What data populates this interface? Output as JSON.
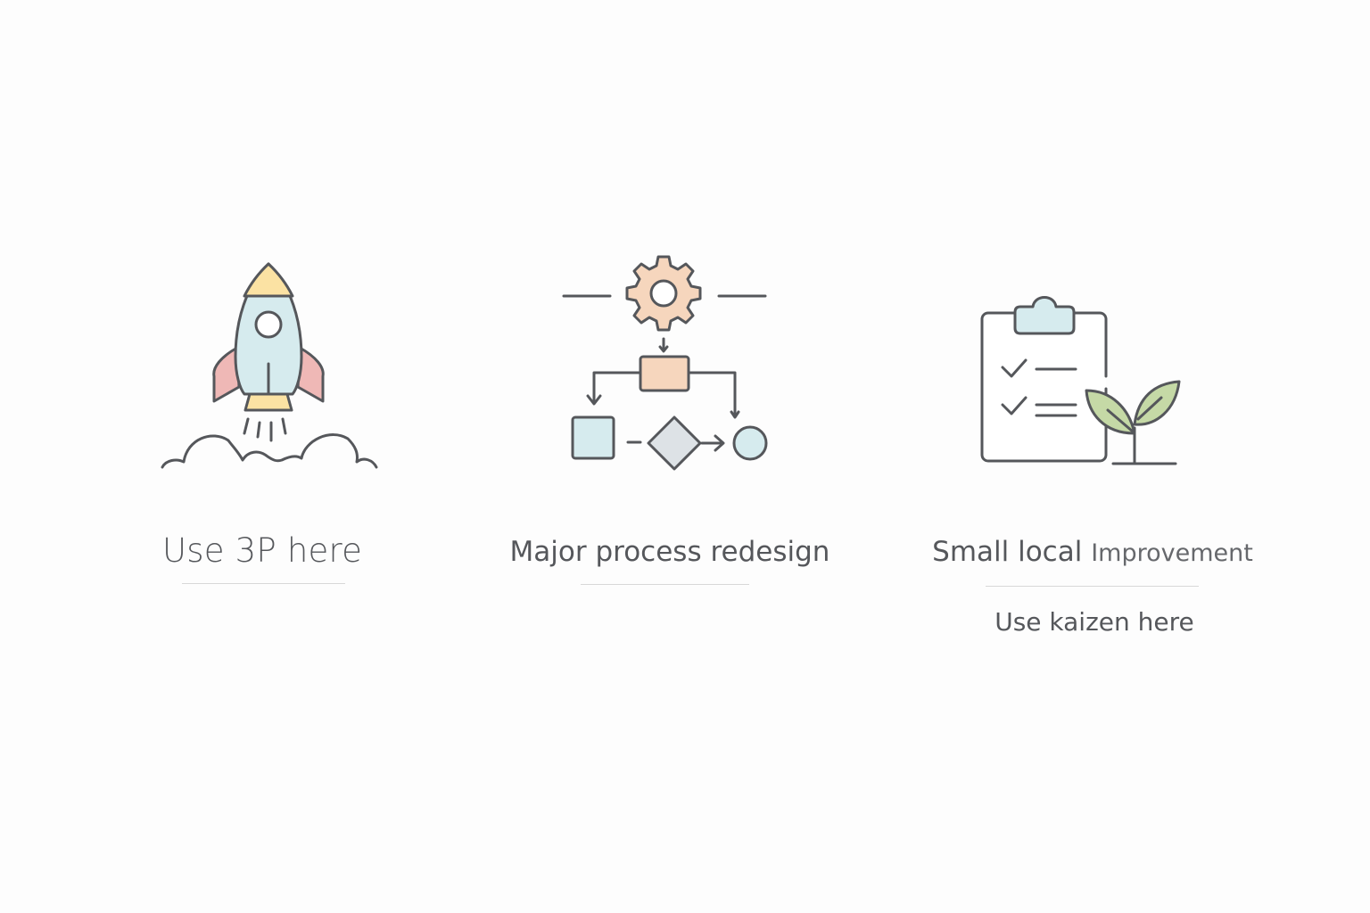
{
  "panels": [
    {
      "label": "Use 3P here",
      "icon": "rocket-icon"
    },
    {
      "label": "Major process redesign",
      "icon": "process-flow-icon"
    },
    {
      "label_main": "Small local",
      "label_secondary": "Improvement",
      "sublabel": "Use kaizen here",
      "icon": "clipboard-plant-icon"
    }
  ],
  "colors": {
    "stroke": "#55575b",
    "blue": "#d6ebee",
    "orange": "#f6d6bd",
    "yellow": "#fbe2a3",
    "red": "#efb8b6",
    "green": "#c5d9a6",
    "gray": "#dde2e6",
    "rule": "#d8d8d8"
  }
}
